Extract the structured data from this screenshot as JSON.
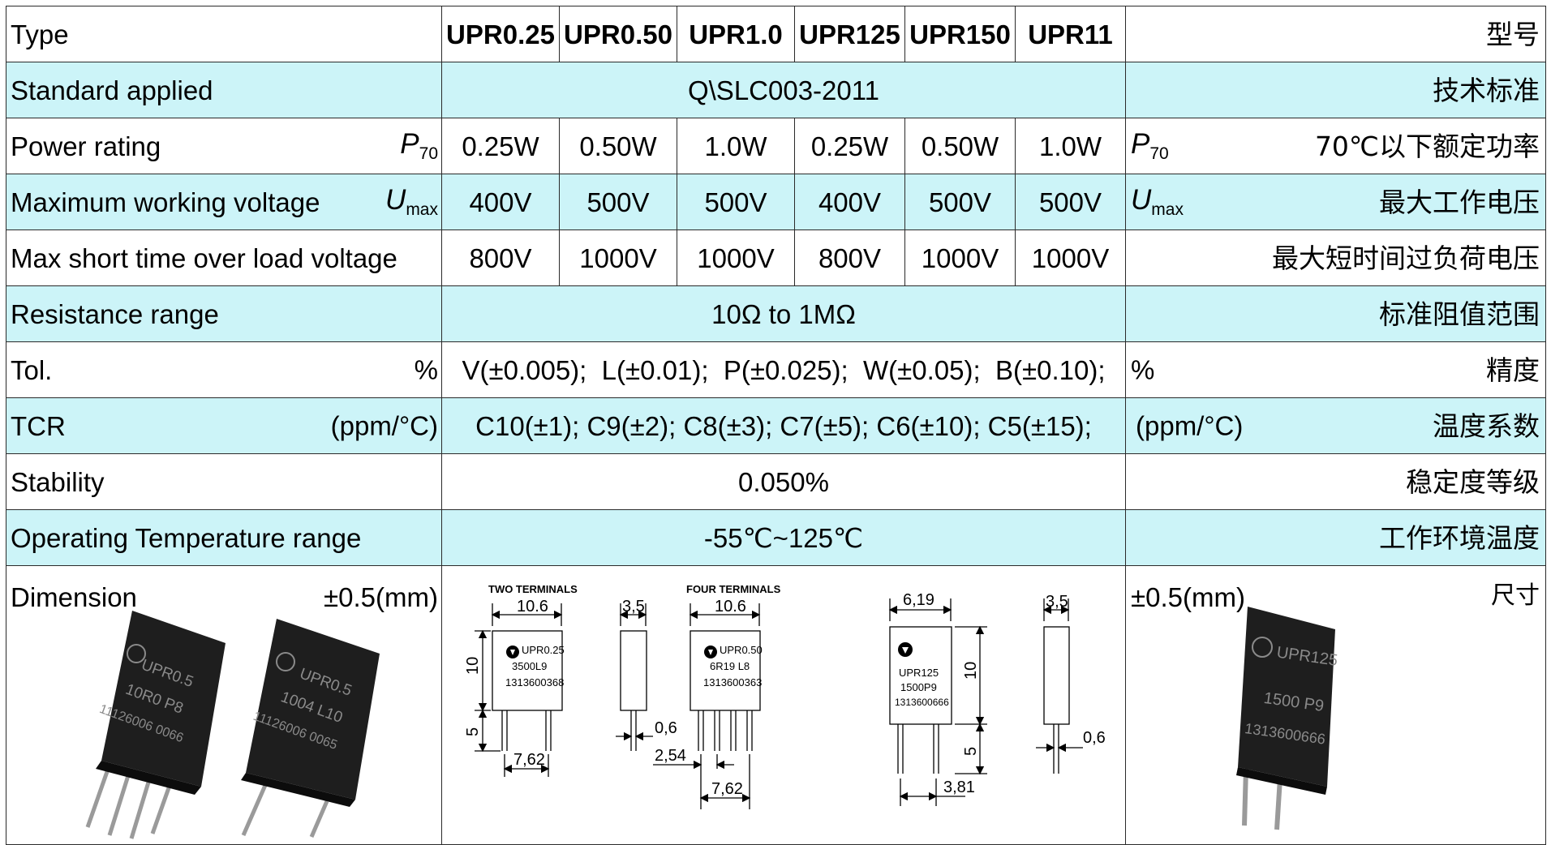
{
  "header": {
    "type_label": "Type",
    "type_cn": "型号",
    "models": [
      "UPR0.25",
      "UPR0.50",
      "UPR1.0",
      "UPR125",
      "UPR150",
      "UPR11"
    ]
  },
  "standard": {
    "label": "Standard applied",
    "value": "Q\\SLC003-2011",
    "cn": "技术标准"
  },
  "power": {
    "label": "Power rating",
    "sym": "P",
    "sub": "70",
    "values": [
      "0.25W",
      "0.50W",
      "1.0W",
      "0.25W",
      "0.50W",
      "1.0W"
    ],
    "cn": "70℃以下额定功率"
  },
  "voltage": {
    "label": "Maximum working voltage",
    "sym": "U",
    "sub": "max",
    "values": [
      "400V",
      "500V",
      "500V",
      "400V",
      "500V",
      "500V"
    ],
    "cn": "最大工作电压"
  },
  "overload": {
    "label": "Max short time over load voltage",
    "values": [
      "800V",
      "1000V",
      "1000V",
      "800V",
      "1000V",
      "1000V"
    ],
    "cn": "最大短时间过负荷电压"
  },
  "resistance": {
    "label": "Resistance range",
    "value": "10Ω to 1MΩ",
    "cn": "标准阻值范围"
  },
  "tol": {
    "label": "Tol.",
    "unit": "%",
    "value": "V(±0.005);  L(±0.01);  P(±0.025);  W(±0.05);  B(±0.10);",
    "cn": "精度"
  },
  "tcr": {
    "label": "TCR",
    "unit": "(ppm/°C)",
    "value": "C10(±1); C9(±2); C8(±3); C7(±5); C6(±10); C5(±15);",
    "cn": "温度系数"
  },
  "stability": {
    "label": "Stability",
    "value": "0.050%",
    "cn": "稳定度等级"
  },
  "temp": {
    "label": "Operating Temperature range",
    "value": "-55℃~125℃",
    "cn": "工作环境温度"
  },
  "dimension": {
    "label": "Dimension",
    "tol": "±0.5(mm)",
    "cn": "尺寸",
    "photo_left_a": [
      "UPR0.5",
      "10R0  P8",
      "11126006 0066"
    ],
    "photo_left_b": [
      "UPR0.5",
      "1004  L10",
      "11126006 0065"
    ],
    "photo_right": [
      "UPR125",
      "1500  P9",
      "1313600666"
    ],
    "drawing1": {
      "title": "TWO TERMINALS",
      "width": "10.6",
      "height": "10",
      "lead": "5",
      "pitch": "7,62",
      "label": [
        "UPR0.25",
        "3500L9",
        "1313600368"
      ],
      "thick": "3,5",
      "pin": "0,6"
    },
    "drawing2": {
      "title": "FOUR TERMINALS",
      "width": "10.6",
      "pitch_small": "2,54",
      "pitch": "7,62",
      "label": [
        "UPR0.50",
        "6R19 L8",
        "1313600363"
      ]
    },
    "drawing3": {
      "width": "6,19",
      "height": "10",
      "lead": "5",
      "pitch": "3,81",
      "label": [
        "UPR125",
        "1500P9",
        "1313600666"
      ],
      "thick": "3,5",
      "pin": "0,6"
    }
  }
}
